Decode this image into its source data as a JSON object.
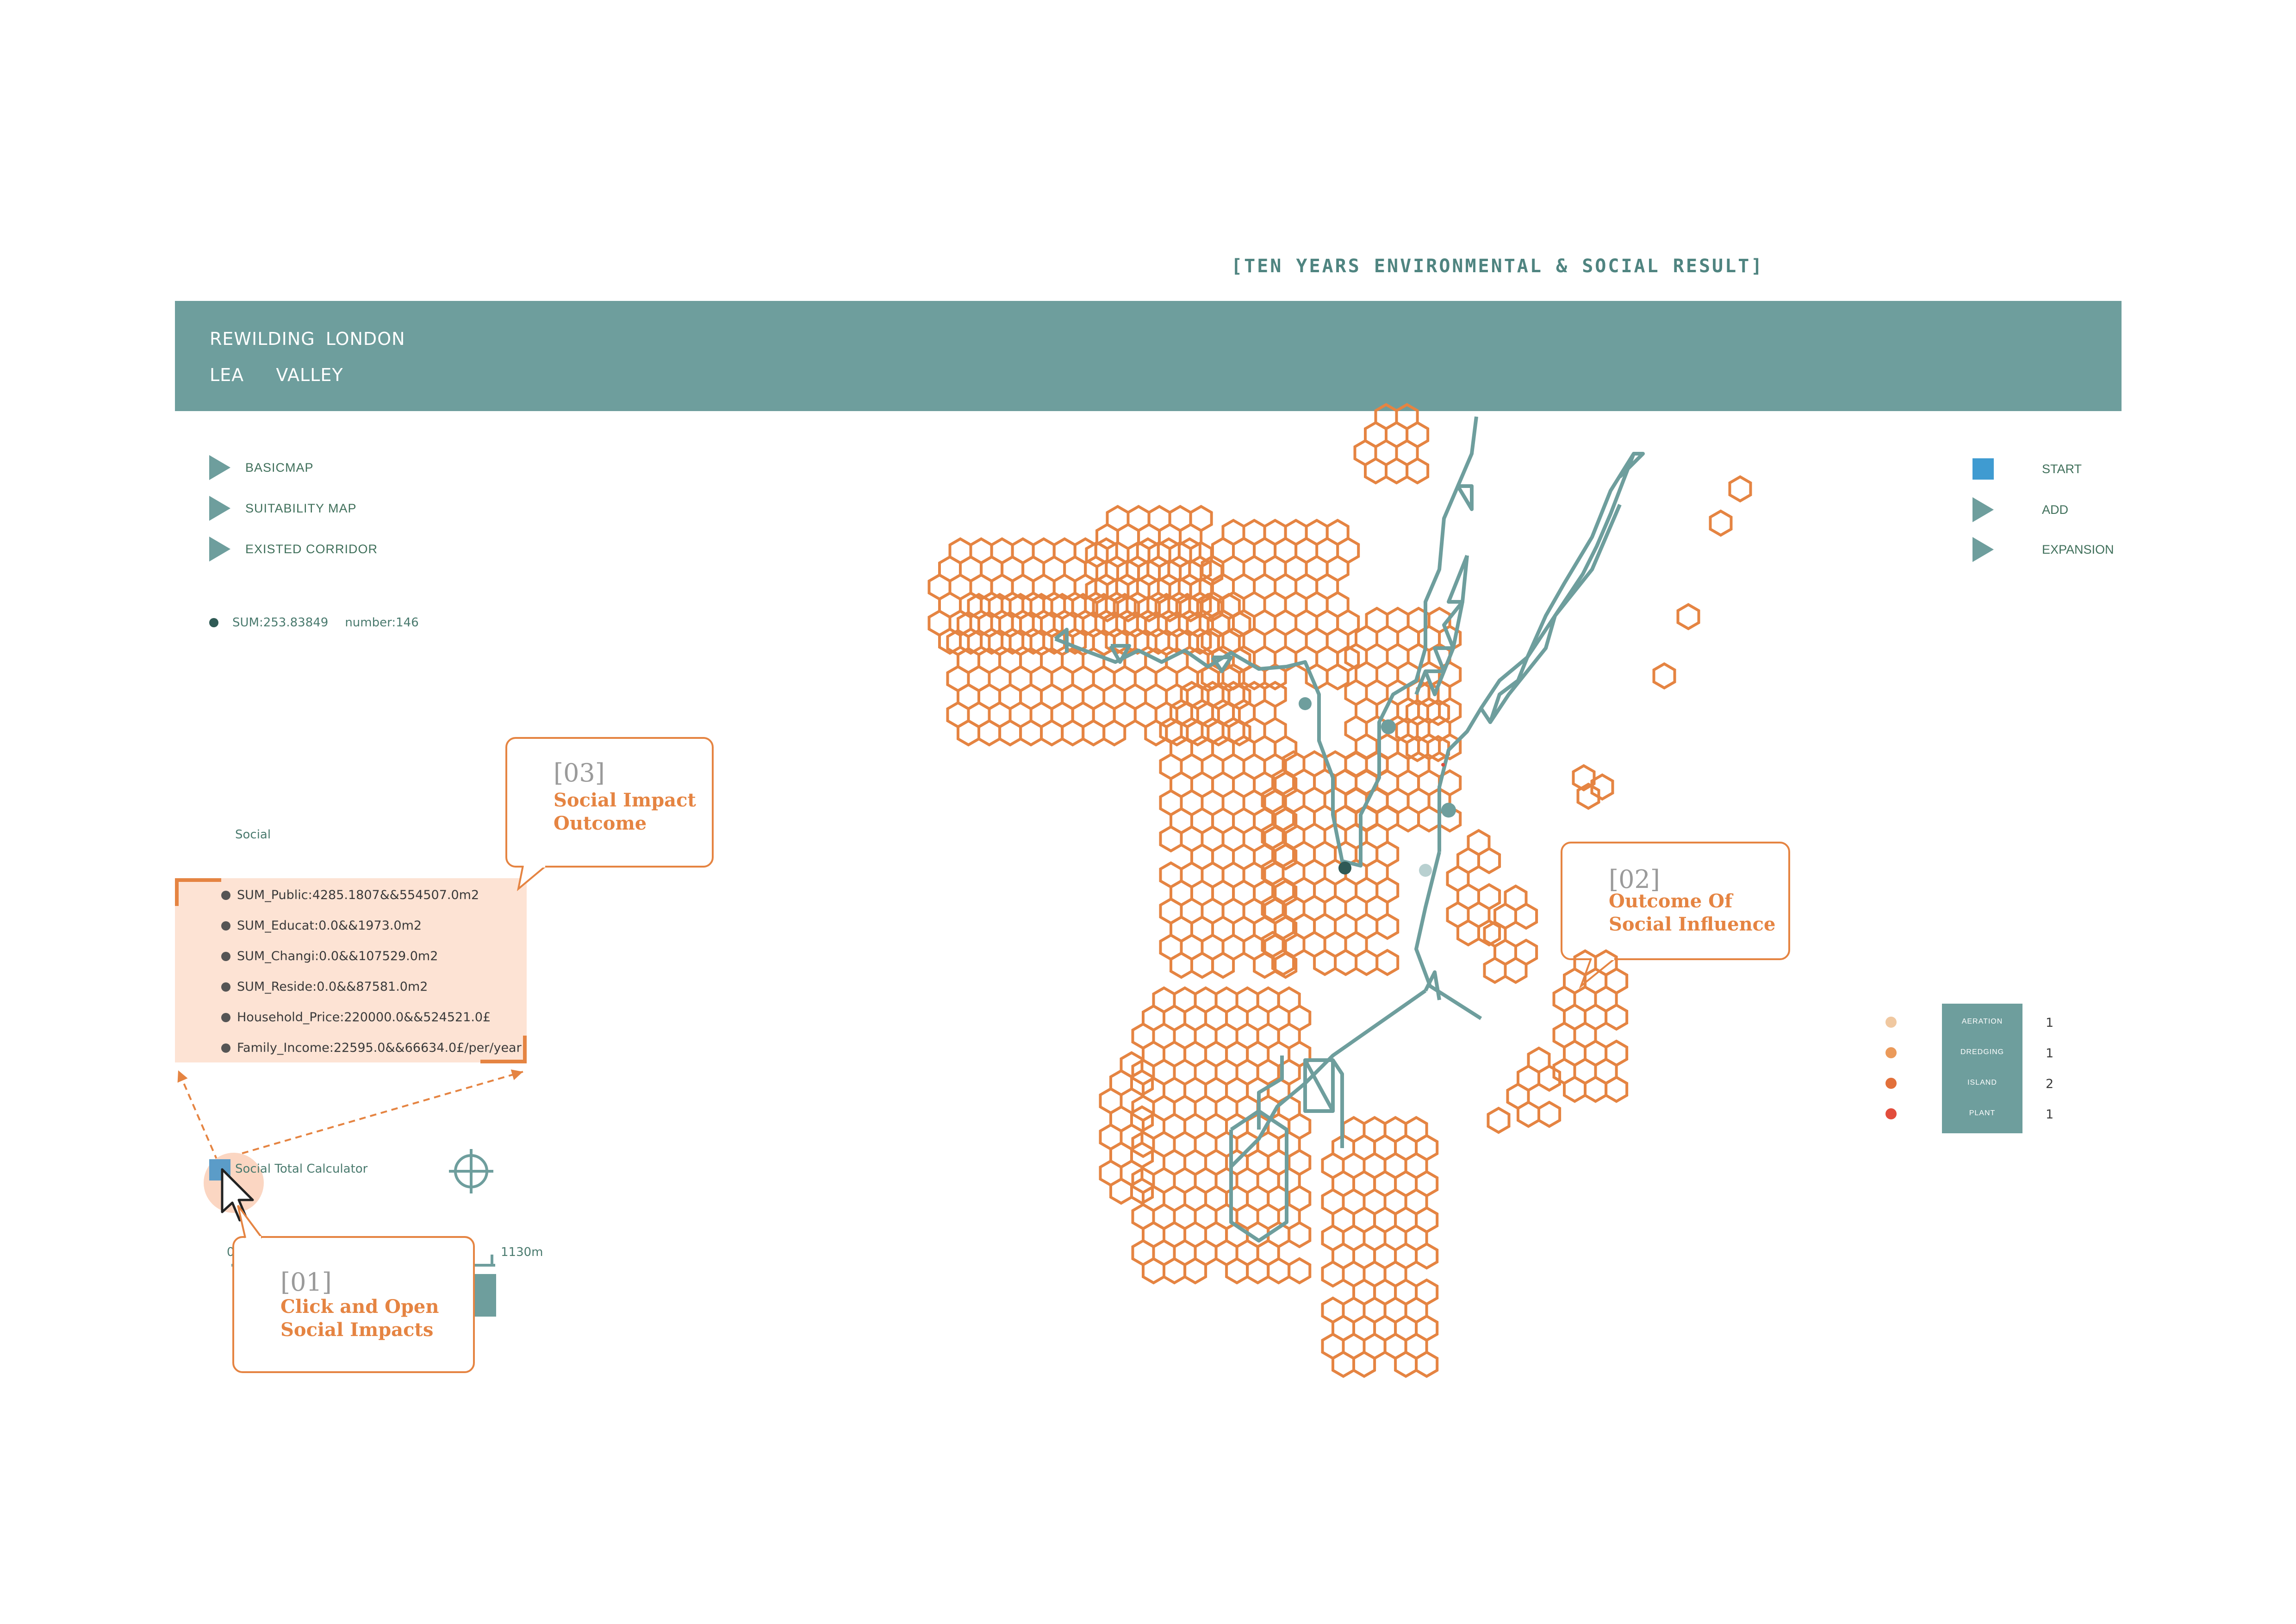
{
  "header": {
    "title": "[TEN YEARS ENVIRONMENTAL & SOCIAL RESULT]",
    "line1": "REWILDING LONDON",
    "line2": "LEA   VALLEY"
  },
  "menu": {
    "items": [
      {
        "label": "BASICMAP"
      },
      {
        "label": "SUITABILITY MAP"
      },
      {
        "label": "EXISTED CORRIDOR"
      }
    ]
  },
  "summary": {
    "sum": "SUM:253.83849",
    "number": "number:146"
  },
  "social": {
    "section_label": "Social",
    "stats": [
      "SUM_Public:4285.1807&&554507.0m2",
      "SUM_Educat:0.0&&1973.0m2",
      "SUM_Changi:0.0&&107529.0m2",
      "SUM_Reside:0.0&&87581.0m2",
      "Household_Price:220000.0&&524521.0£",
      "Family_Income:22595.0&&66634.0£/per/year"
    ],
    "calculator_label": "Social Total Calculator"
  },
  "scale": {
    "start": "0",
    "end": "1130m"
  },
  "callouts": {
    "c01": {
      "num": "[01]",
      "line1": "Click and Open",
      "line2": "Social Impacts"
    },
    "c02": {
      "num": "[02]",
      "line1": "Outcome Of",
      "line2": "Social Influence"
    },
    "c03": {
      "num": "[03]",
      "line1": "Social Impact",
      "line2": "Outcome"
    }
  },
  "controls": {
    "start": "START",
    "add": "ADD",
    "expansion": "EXPANSION"
  },
  "legend": {
    "items": [
      {
        "label": "AERATION",
        "value": "1",
        "color": "#f0c8a0"
      },
      {
        "label": "DREDGING",
        "value": "1",
        "color": "#eb9a5a"
      },
      {
        "label": "ISLAND",
        "value": "2",
        "color": "#e2703a"
      },
      {
        "label": "PLANT",
        "value": "1",
        "color": "#e24d3c"
      }
    ]
  },
  "colors": {
    "accent_teal": "#6e9e9d",
    "hex_orange": "#e58442",
    "start_blue": "#3f9bd1"
  }
}
